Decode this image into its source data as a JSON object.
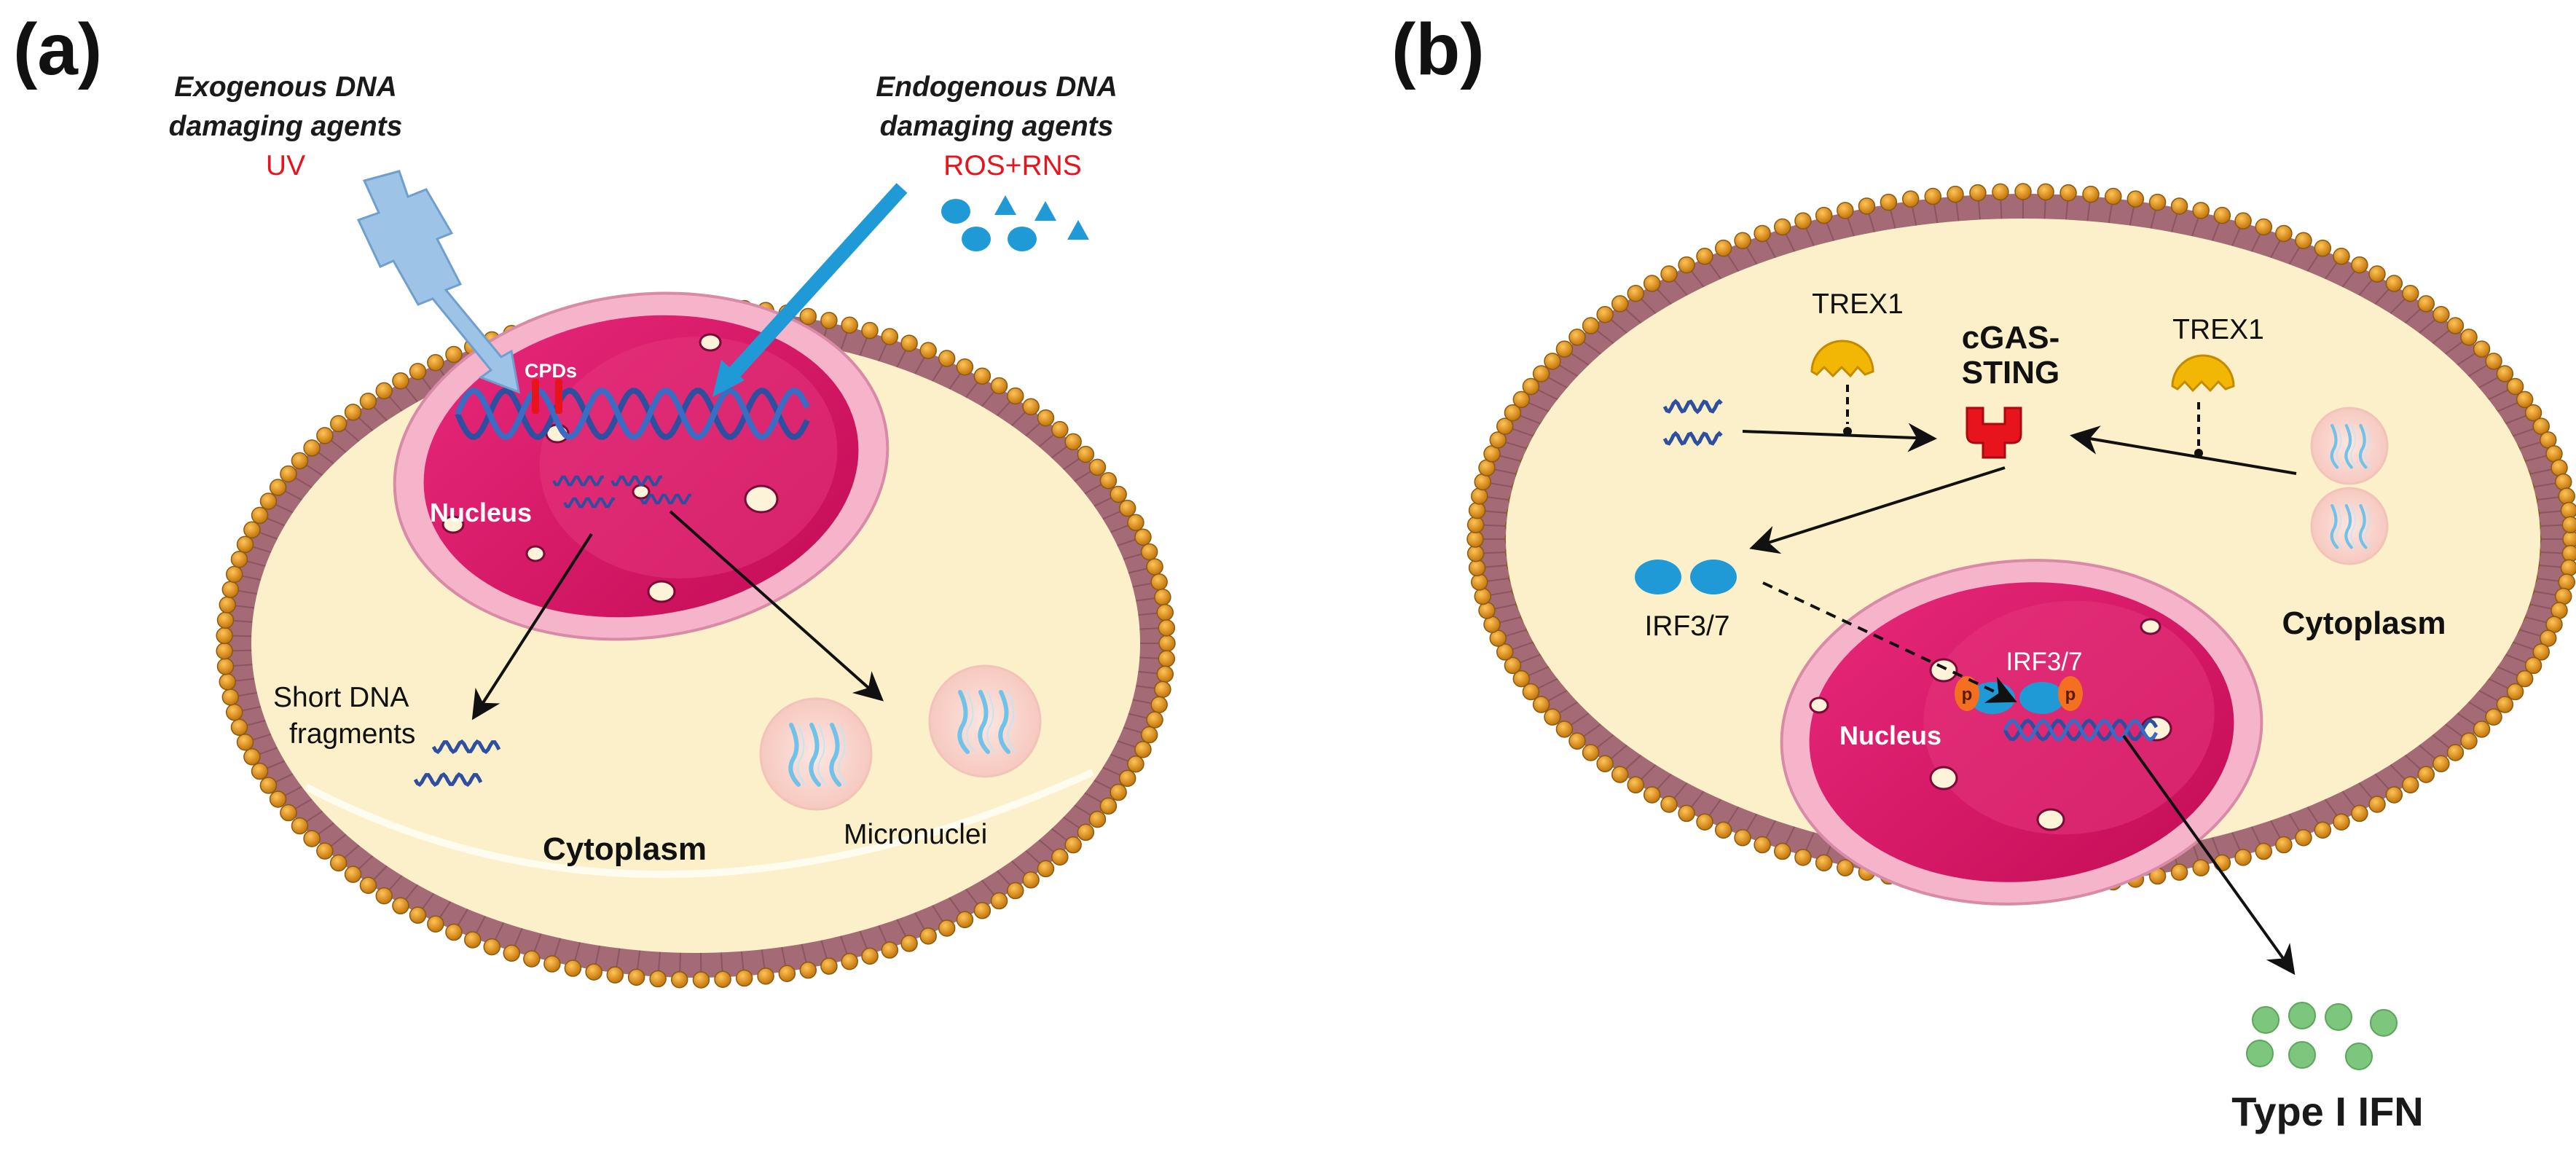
{
  "panel_a": {
    "label": "(a)",
    "exogenous": {
      "line1": "Exogenous DNA",
      "line2": "damaging agents",
      "agent": "UV"
    },
    "endogenous": {
      "line1": "Endogenous DNA",
      "line2": "damaging agents",
      "agent": "ROS+RNS"
    },
    "cpds": "CPDs",
    "nucleus": "Nucleus",
    "short_dna": {
      "line1": "Short DNA",
      "line2": "fragments"
    },
    "micronuclei": "Micronuclei",
    "cytoplasm": "Cytoplasm"
  },
  "panel_b": {
    "label": "(b)",
    "trex1_left": "TREX1",
    "trex1_right": "TREX1",
    "cgas": {
      "line1": "cGAS-",
      "line2": "STING"
    },
    "irf_left": "IRF3/7",
    "irf_nucleus": "IRF3/7",
    "phospho": "p",
    "nucleus": "Nucleus",
    "cytoplasm": "Cytoplasm",
    "ifn": "Type I IFN"
  },
  "colors": {
    "membrane_bead": "#e69a1f",
    "membrane_tail": "#a46a75",
    "cytoplasm": "#fbf0c9",
    "nucleus": "#d9125e",
    "dna": "#2e4fa0",
    "uv_arrow": "#9dc3e6",
    "ros_arrow": "#1f9ad6",
    "sting": "#e8141b",
    "trex1": "#f2b705",
    "irf": "#1f9ad6",
    "ifn": "#7dc67d"
  }
}
